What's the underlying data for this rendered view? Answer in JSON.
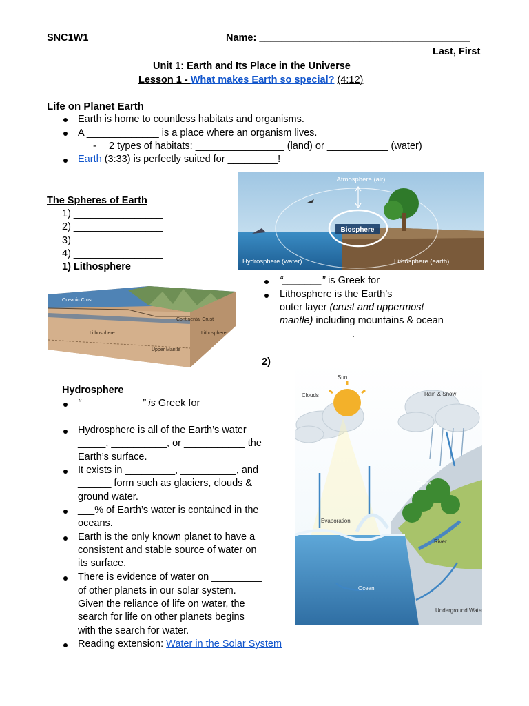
{
  "header": {
    "course": "SNC1W1",
    "name_label": "Name: ______________________________________",
    "name_hint": "Last, First",
    "unit_title": "Unit 1: Earth and Its Place in the Universe",
    "lesson_prefix": "Lesson 1 - ",
    "lesson_link": "What makes Earth so special?",
    "lesson_time": "(4:12)"
  },
  "life": {
    "heading": "Life on Planet Earth",
    "b1": "Earth is home to countless habitats and organisms.",
    "b2": "A _____________ is a place where an organism lives.",
    "dash": "-",
    "sub": "2 types of habitats: ________________ (land) or ___________ (water)",
    "b3_link": "Earth",
    "b3_rest": " (3:33) is perfectly suited for _________!"
  },
  "spheres": {
    "heading": "The Spheres of Earth",
    "items": [
      "1)  ________________",
      "2)  ________________",
      "3)  ________________",
      "4)  ________________"
    ],
    "litho_heading": "1)  Lithosphere"
  },
  "spheres_diagram": {
    "atmosphere": "Atmosphere (air)",
    "biosphere": "Biosphere",
    "hydrosphere": "Hydrosphere (water)",
    "lithosphere": "Lithosphere (earth)"
  },
  "litho_diagram": {
    "oceanic": "Oceanic Crust",
    "continental": "Continental Crust",
    "lithosphere_l": "Lithosphere",
    "lithosphere_r": "Lithosphere",
    "upper_mantle": "Upper Mantle"
  },
  "litho_notes": {
    "b1_a": "“_______”",
    "b1_b": " is Greek for _________",
    "b2_l1": "Lithosphere is the Earth’s _________",
    "b2_l2_a": "outer layer ",
    "b2_l2_b": "(crust and uppermost",
    "b2_l3_a": "mantle)",
    "b2_l3_b": " including mountains & ocean",
    "b2_l4": "_____________."
  },
  "hydro": {
    "number": "2)",
    "heading": "Hydrosphere",
    "b1_l1_a": "“___________” is",
    "b1_l1_b": " Greek for",
    "b1_l2": "_____________",
    "b2": [
      "Hydrosphere is all of the Earth’s water",
      "_____, __________, or ___________ the",
      "Earth’s surface."
    ],
    "b3": [
      "It exists in _________, __________, and",
      "______ form such as glaciers, clouds &",
      "ground water."
    ],
    "b4": [
      "___% of Earth’s water is contained in the",
      "oceans."
    ],
    "b5": [
      "Earth is the only known planet to have a",
      "consistent and stable source of water on",
      "its surface."
    ],
    "b6": [
      "There is evidence of water on _________",
      "of other planets in our solar system.",
      "Given the reliance of life on water, the",
      "search for life on other planets begins",
      "with the search for water."
    ],
    "b7_a": "Reading extension: ",
    "b7_link": "Water in the Solar System"
  },
  "water_cycle": {
    "sun": "Sun",
    "clouds": "Clouds",
    "rain": "Rain & Snow",
    "trees": "Trees",
    "evaporation": "Evaporation",
    "river": "River",
    "ocean": "Ocean",
    "underground": "Underground Water"
  }
}
